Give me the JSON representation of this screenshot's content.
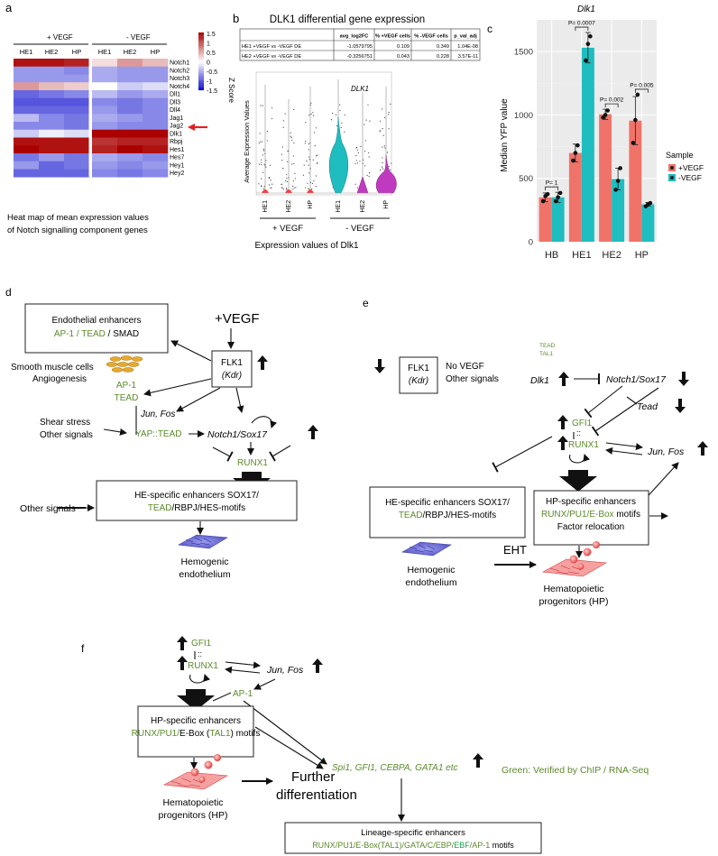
{
  "panel_a": {
    "label": "a",
    "group_plus": "+ VEGF",
    "group_minus": "- VEGF",
    "cols_plus": [
      "HE1",
      "HE2",
      "HP"
    ],
    "cols_minus": [
      "HE1",
      "HE2",
      "HP"
    ],
    "genes": [
      "Notch1",
      "Notch2",
      "Notch3",
      "Notch4",
      "Dll1",
      "Dll3",
      "Dll4",
      "Jag1",
      "Jag2",
      "Dlk1",
      "Rbpj",
      "Hes1",
      "Hes7",
      "Hey1",
      "Hey2"
    ],
    "zscore": [
      [
        1.4,
        1.4,
        1.3,
        0.2,
        0.6,
        0.4
      ],
      [
        -0.6,
        -0.6,
        -0.7,
        -0.5,
        -0.6,
        -0.6
      ],
      [
        -0.6,
        -0.6,
        -0.6,
        -0.5,
        -0.6,
        -0.6
      ],
      [
        0.6,
        0.4,
        0.3,
        0.0,
        -0.3,
        -0.2
      ],
      [
        -0.9,
        -0.8,
        -0.7,
        -0.4,
        -0.6,
        -0.5
      ],
      [
        -1.0,
        -1.0,
        -1.0,
        -0.7,
        -0.8,
        -0.7
      ],
      [
        -0.9,
        -0.9,
        -0.9,
        -0.6,
        -0.8,
        -0.7
      ],
      [
        -0.4,
        -0.7,
        -0.8,
        -0.5,
        -0.6,
        -0.7
      ],
      [
        -0.7,
        -0.7,
        -0.8,
        -0.6,
        -0.7,
        -0.7
      ],
      [
        -0.3,
        -0.1,
        -0.2,
        1.5,
        1.5,
        1.5
      ],
      [
        1.4,
        1.4,
        1.4,
        1.2,
        1.3,
        1.3
      ],
      [
        1.5,
        1.4,
        1.4,
        1.3,
        1.5,
        1.4
      ],
      [
        -0.8,
        -0.6,
        -0.8,
        -0.5,
        -0.6,
        -0.7
      ],
      [
        -0.6,
        -0.9,
        -0.8,
        -0.6,
        -0.7,
        -0.6
      ],
      [
        -0.9,
        -0.9,
        -0.9,
        -0.7,
        -0.8,
        -0.7
      ]
    ],
    "scale_title": "Z Score",
    "scale_ticks": [
      "1.5",
      "1",
      "0.5",
      "0",
      "-0.5",
      "-1",
      "-1.5"
    ],
    "caption_line1": "Heat map of mean expression values",
    "caption_line2": "of Notch signalling component genes"
  },
  "panel_b": {
    "label": "b",
    "title": "DLK1 differential gene expression",
    "table_headers": [
      "",
      "avg_log2FC",
      "% +VEGF cells",
      "% -VEGF cells",
      "p_val_adj"
    ],
    "table_rows": [
      [
        "HE1 +VEGF vs -VEGF DE",
        "-1.0579795",
        "0.109",
        "0.349",
        "1.04E-08"
      ],
      [
        "HE2 +VEGF vs -VEGF DE",
        "-0.3256751",
        "0.043",
        "0.228",
        "3.57E-11"
      ]
    ],
    "violin_title": "DLK1",
    "ylabel": "Average Expression Values",
    "xcats": [
      "HE1",
      "HE2",
      "HP",
      "HE1",
      "HE2",
      "HP"
    ],
    "group_plus": "+ VEGF",
    "group_minus": "- VEGF",
    "caption": "Expression values of Dlk1"
  },
  "panel_c": {
    "label": "c",
    "legend_title": "Sample",
    "pvals": [
      "P= 1",
      "P= 0.0007",
      "P= 0.002",
      "P= 0.005"
    ],
    "chart_data": {
      "type": "bar",
      "title": "Dlk1",
      "xlabel": "",
      "ylabel": "Median YFP value",
      "categories": [
        "HB",
        "HE1",
        "HE2",
        "HP"
      ],
      "series": [
        {
          "name": "+VEGF",
          "values": [
            350,
            700,
            1005,
            955
          ],
          "error": [
            35,
            70,
            40,
            190
          ],
          "color": "#f0736a"
        },
        {
          "name": "-VEGF",
          "values": [
            350,
            1530,
            495,
            295
          ],
          "error": [
            40,
            120,
            85,
            15
          ],
          "color": "#1fbdbf"
        }
      ],
      "ylim": [
        0,
        1750
      ],
      "yticks": [
        0,
        500,
        1000,
        1500
      ],
      "points": {
        "+VEGF": [
          [
            320,
            360,
            375
          ],
          [
            640,
            700,
            760
          ],
          [
            980,
            1000,
            1035
          ],
          [
            780,
            960,
            1160
          ]
        ],
        "-VEGF": [
          [
            320,
            350,
            385
          ],
          [
            1430,
            1560,
            1620
          ],
          [
            410,
            480,
            580
          ],
          [
            280,
            295,
            305
          ]
        ]
      },
      "legend": "right"
    }
  },
  "panel_d": {
    "label": "d",
    "enh_line1": "Endothelial enhancers",
    "enh_ap1": "AP-1",
    "enh_sep1": " / ",
    "enh_tead": "TEAD",
    "enh_smad": " / SMAD",
    "vegf": "+VEGF",
    "flk1": "FLK1",
    "kdr": "(Kdr)",
    "smooth1": "Smooth muscle cells",
    "smooth2": "Angiogenesis",
    "ap1": "AP-1",
    "tead": "TEAD",
    "jun_fos": "Jun, Fos",
    "shear1": "Shear stress",
    "shear2": "Other signals",
    "yap": "YAP::TEAD",
    "notch": "Notch1/Sox17",
    "runx1": "RUNX1",
    "he_enh1": "HE-specific enhancers  SOX17/",
    "he_tead": "TEAD",
    "he_rest": "/RBPJ/HES-motifs",
    "other": "Other signals",
    "hemo1": "Hemogenic",
    "hemo2": "endothelium"
  },
  "panel_e": {
    "label": "e",
    "flk1": "FLK1",
    "kdr": "(Kdr)",
    "novegf1": "No VEGF",
    "novegf2": "Other signals",
    "tead_small": "TEAD",
    "tal1_small": "TAL1",
    "dlk1": "Dlk1",
    "notch": "Notch1/Sox17",
    "tead": "Tead",
    "gfi1": "GFI1",
    "dcolon": "::",
    "runx1": "RUNX1",
    "jun_fos": "Jun, Fos",
    "he_enh1": "HE-specific enhancers  SOX17/",
    "he_tead": "TEAD",
    "he_rest": "/RBPJ/HES-motifs",
    "hp_enh1": "HP-specific enhancers",
    "hp_motif": "RUNX/PU1/E-Box",
    "hp_motifs_word": " motifs",
    "hp_reloc": "Factor relocation",
    "eht": "EHT",
    "hemo1": "Hemogenic",
    "hemo2": "endothelium",
    "hp1": "Hematopoietic",
    "hp2": "progenitors (HP)"
  },
  "panel_f": {
    "label": "f",
    "gfi1": "GFI1",
    "dcolon": "::",
    "runx1": "RUNX1",
    "jun_fos": "Jun, Fos",
    "ap1": "AP-1",
    "hp_enh1": "HP-specific enhancers",
    "hp_motif_a": "RUNX/PU1/",
    "hp_motif_b": "E-Box (",
    "hp_tal1": "TAL1",
    "hp_motif_c": ") motifs",
    "targets": "Spi1, GFI1, CEBPA, GATA1 etc",
    "further1": "Further",
    "further2": "differentiation",
    "green_note": "Green: Verified by ChIP / RNA-Seq",
    "hp1": "Hematopoietic",
    "hp2": "progenitors (HP)",
    "lin1": "Lineage-specific enhancers",
    "lin_a": "RUNX/PU1/E-Box(TAL1)/GATA/C/EBP/",
    "lin_b": "EBF",
    "lin_c": "/",
    "lin_d": "AP-1",
    "lin_e": " motifs"
  }
}
